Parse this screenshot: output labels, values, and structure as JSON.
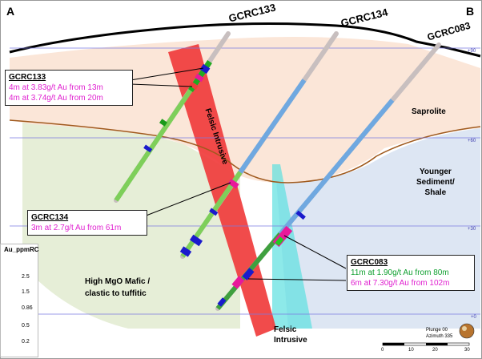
{
  "section": {
    "left_label": "A",
    "right_label": "B"
  },
  "elevation_ticks": [
    "+90",
    "+60",
    "+30",
    "+0"
  ],
  "holes": [
    {
      "id": "GCRC133"
    },
    {
      "id": "GCRC134"
    },
    {
      "id": "GCRC083"
    }
  ],
  "units": {
    "saprolite": "Saprolite",
    "younger": "Younger Sediment/ Shale",
    "younger_lines": [
      "Younger",
      "Sediment/",
      "Shale"
    ],
    "felsic_upper": "Felsic Intrusive",
    "felsic_lower_lines": [
      "Felsic",
      "Intrusive"
    ],
    "mafic_lines": [
      "High MgO Mafic /",
      "clastic to tuffitic"
    ]
  },
  "callouts": {
    "gcrc133": {
      "hole": "GCRC133",
      "lines": [
        "4m at 3.83g/t Au from 13m",
        "4m at 3.74g/t Au from 20m"
      ],
      "color": "#e020d0"
    },
    "gcrc134": {
      "hole": "GCRC134",
      "lines": [
        "3m at 2.7g/t Au from 61m"
      ],
      "color": "#e020d0"
    },
    "gcrc083": {
      "hole": "GCRC083",
      "lines": [
        "11m at 1.90g/t Au from 80m",
        "6m at 7.30g/t Au from 102m"
      ],
      "colors": [
        "#10a030",
        "#e020d0"
      ]
    }
  },
  "legend": {
    "title": "Au_ppmRC",
    "ticks": [
      "2.5",
      "1.5",
      "0.86",
      "0.5",
      "0.2"
    ],
    "colors": [
      "#e8189a",
      "#ff2020",
      "#22cc22",
      "#dddd22",
      "#1818cc",
      "#8c8c8c"
    ]
  },
  "plunge": {
    "plunge_text": "Plunge 00",
    "azimuth_text": "Azimuth 335"
  },
  "scale_bar": {
    "labels": [
      "0",
      "10",
      "20",
      "30"
    ]
  }
}
